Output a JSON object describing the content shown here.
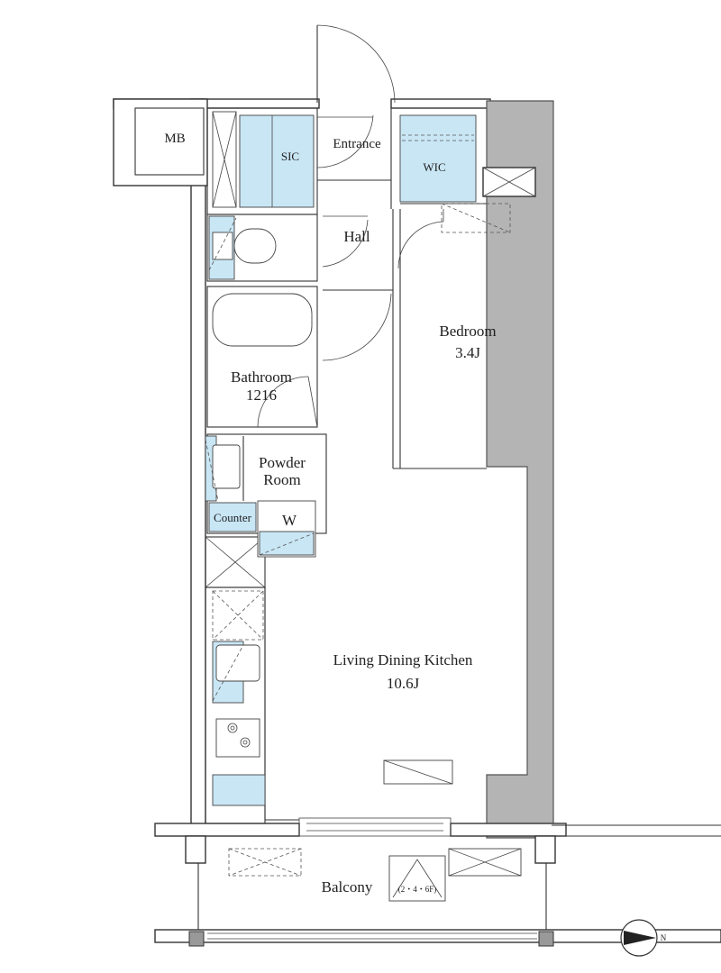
{
  "rooms": {
    "mb": "MB",
    "sic": "SIC",
    "entrance": "Entrance",
    "wic": "WIC",
    "hall": "Hall",
    "bedroom": "Bedroom",
    "bedroom_size": "3.4J",
    "bathroom": "Bathroom",
    "bathroom_size": "1216",
    "powder_room_line1": "Powder",
    "powder_room_line2": "Room",
    "counter": "Counter",
    "washer": "W",
    "ldk": "Living Dining Kitchen",
    "ldk_size": "10.6J",
    "balcony": "Balcony",
    "floors_note": "(2・4・6F)"
  },
  "compass": {
    "label": "N"
  }
}
